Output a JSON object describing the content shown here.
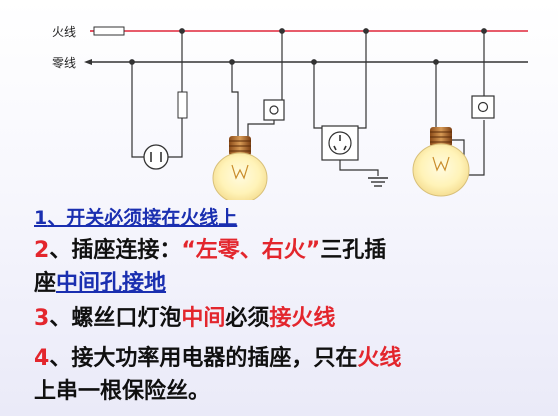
{
  "diagram": {
    "live_wire_label": "火线",
    "neutral_wire_label": "零线",
    "colors": {
      "live_wire": "#e0263a",
      "neutral_wire": "#2a2a2a",
      "text_red": "#e3262d",
      "text_blue": "#1a2fb0"
    }
  },
  "notes": {
    "rule1": {
      "num": "1",
      "text": "、开关必须接在火线上"
    },
    "rule2": {
      "num": "2",
      "sep": "、",
      "p1": "插座连接：",
      "p2": "“左零、右火”",
      "p3": "三孔插",
      "p4": "座",
      "p5": "中间孔接地"
    },
    "rule3": {
      "num": "3",
      "sep": "、",
      "p1": "螺丝口灯泡",
      "p2": "中间",
      "p3": "必须",
      "p4": "接火线"
    },
    "rule4": {
      "num": "4",
      "sep": "、",
      "p1": "接大功率用电器的插座，只在",
      "p2": "火线",
      "p3": "上串一根保险丝。"
    }
  }
}
